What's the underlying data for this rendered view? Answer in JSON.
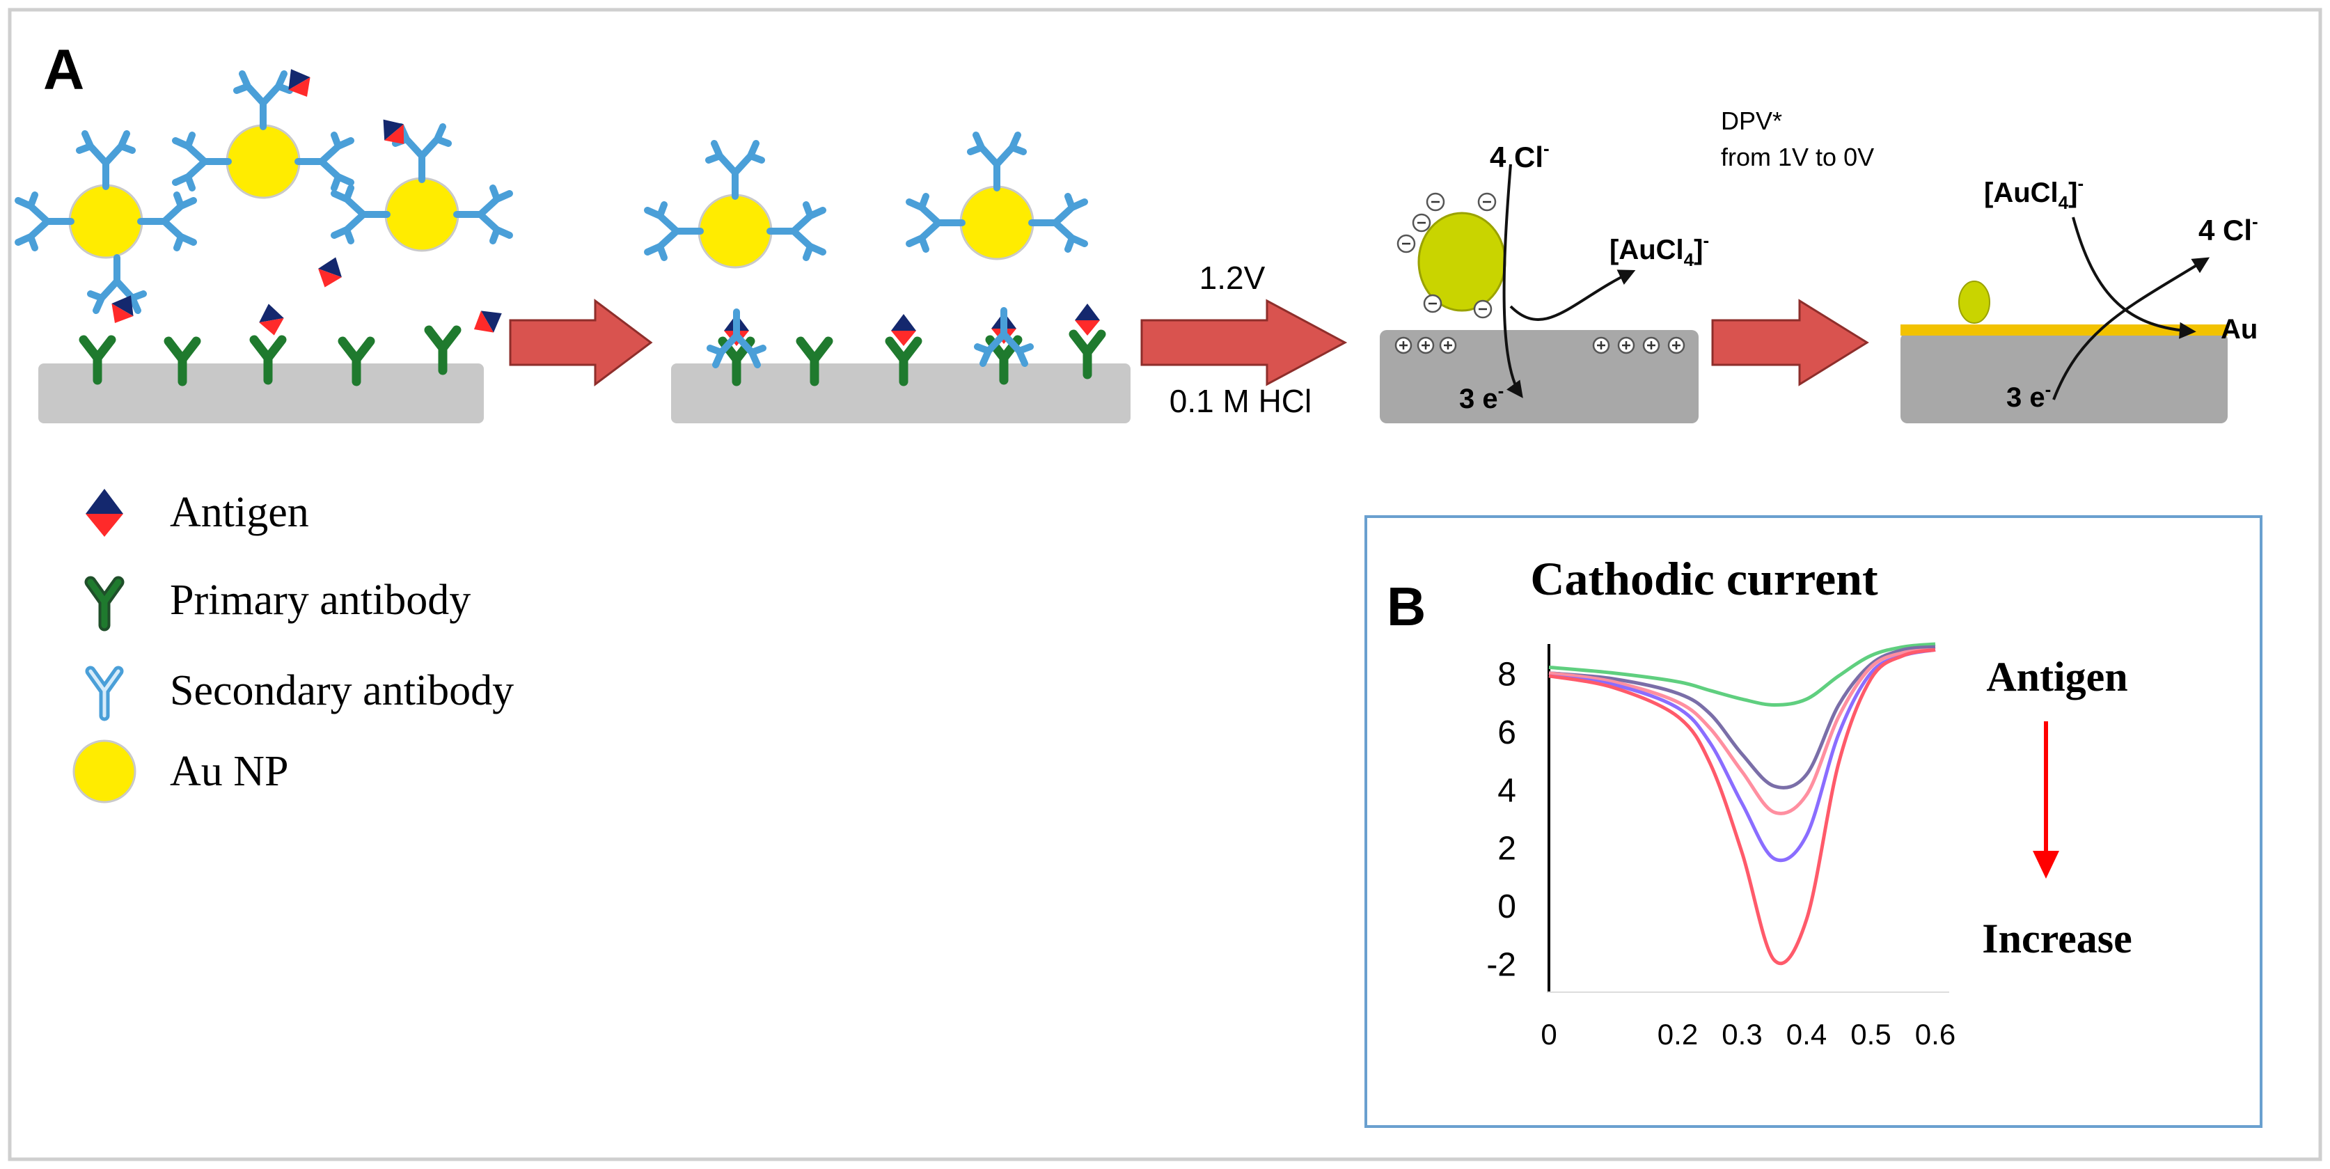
{
  "panel_a": {
    "letter": "A",
    "step2": {
      "voltage": "1.2V",
      "electrolyte": "0.1 M HCl"
    },
    "step3": {
      "chloride": "4 Cl",
      "chloride_sup": "-",
      "electrons": "3 e",
      "electrons_sup": "-",
      "aucl4": "[AuCl",
      "aucl4_sub": "4",
      "aucl4_close": "]",
      "aucl4_sup": "-",
      "dpv_line1": "DPV*",
      "dpv_line2": "from 1V to 0V"
    },
    "step4": {
      "aucl4": "[AuCl",
      "aucl4_sub": "4",
      "aucl4_close": "]",
      "aucl4_sup": "-",
      "chloride": "4 Cl",
      "chloride_sup": "-",
      "au_label": "Au",
      "electrons": "3 e",
      "electrons_sup": "-"
    }
  },
  "legend": {
    "items": [
      {
        "icon": "antigen-icon",
        "label": "Antigen"
      },
      {
        "icon": "primary-antibody-icon",
        "label": "Primary antibody"
      },
      {
        "icon": "secondary-antibody-icon",
        "label": "Secondary antibody"
      },
      {
        "icon": "au-nanoparticle-icon",
        "label": "Au NP"
      }
    ]
  },
  "panel_b": {
    "letter": "B",
    "annotation_top": "Antigen",
    "annotation_bottom": "Increase"
  },
  "colors": {
    "primary_antibody": "#1f7a2e",
    "secondary_antibody": "#4a9fd8",
    "au_np": "#ffec00",
    "antigen_top": "#14286e",
    "antigen_bottom": "#ff2a2a",
    "arrow_fill": "#d9534f",
    "electrode": "#c8c8c8",
    "gold_layer": "#f2c200",
    "curve_green": "#5fcf7f",
    "curve_slate": "#7a6ea8",
    "curve_pink": "#ff8fa0",
    "curve_violet": "#8a6dff",
    "curve_red": "#ff5a6a",
    "annotation_arrow": "#ff0000"
  },
  "chart_data": {
    "type": "line",
    "title": "Cathodic current",
    "xlabel": "",
    "ylabel": "",
    "xlim": [
      0,
      0.6
    ],
    "ylim": [
      -3,
      9
    ],
    "xticks": [
      0,
      0.2,
      0.3,
      0.4,
      0.5,
      0.6
    ],
    "yticks": [
      8,
      6,
      4,
      2,
      0,
      -2
    ],
    "series": [
      {
        "color": "#5fcf7f",
        "x": [
          0,
          0.1,
          0.2,
          0.25,
          0.3,
          0.35,
          0.4,
          0.45,
          0.5,
          0.55,
          0.6
        ],
        "y": [
          8.2,
          8.0,
          7.7,
          7.4,
          7.1,
          6.9,
          7.1,
          7.9,
          8.6,
          8.9,
          9.0
        ]
      },
      {
        "color": "#7a6ea8",
        "x": [
          0,
          0.1,
          0.2,
          0.25,
          0.3,
          0.35,
          0.4,
          0.45,
          0.5,
          0.55,
          0.6
        ],
        "y": [
          8.0,
          7.8,
          7.3,
          6.6,
          5.2,
          4.1,
          4.5,
          6.9,
          8.3,
          8.8,
          8.9
        ]
      },
      {
        "color": "#ff8fa0",
        "x": [
          0,
          0.1,
          0.2,
          0.25,
          0.3,
          0.35,
          0.4,
          0.45,
          0.5,
          0.55,
          0.6
        ],
        "y": [
          8.0,
          7.7,
          7.0,
          6.1,
          4.6,
          3.2,
          3.8,
          6.5,
          8.2,
          8.7,
          8.8
        ]
      },
      {
        "color": "#8a6dff",
        "x": [
          0,
          0.1,
          0.2,
          0.25,
          0.3,
          0.35,
          0.4,
          0.45,
          0.5,
          0.55,
          0.6
        ],
        "y": [
          7.9,
          7.6,
          6.8,
          5.6,
          3.5,
          1.6,
          2.4,
          5.9,
          8.0,
          8.6,
          8.8
        ]
      },
      {
        "color": "#ff5a6a",
        "x": [
          0,
          0.1,
          0.2,
          0.25,
          0.3,
          0.35,
          0.4,
          0.45,
          0.5,
          0.55,
          0.6
        ],
        "y": [
          7.9,
          7.5,
          6.5,
          4.9,
          1.8,
          -1.9,
          -0.5,
          4.9,
          7.8,
          8.6,
          8.8
        ]
      }
    ]
  }
}
